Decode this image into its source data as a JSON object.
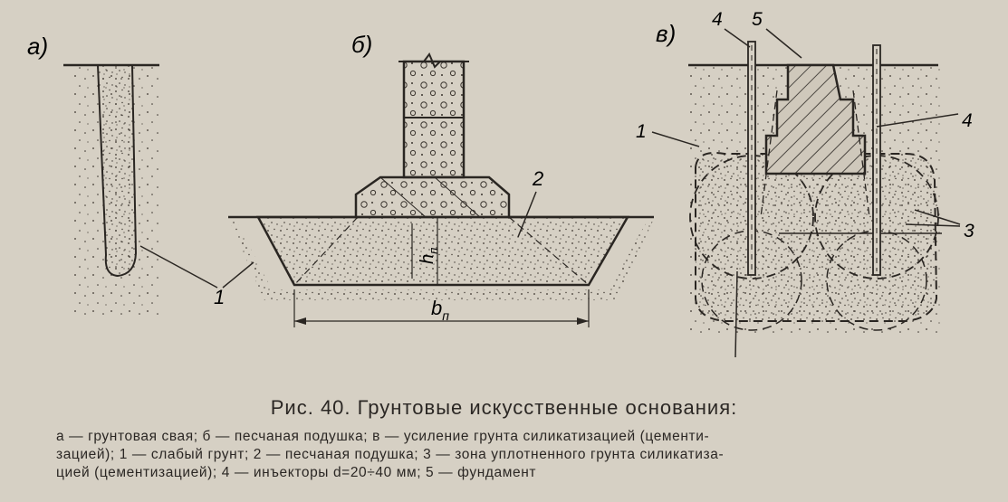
{
  "panel_labels": {
    "a": "а)",
    "b": "б)",
    "c": "в)"
  },
  "diagram_labels": {
    "weak_soil_a_b": "1",
    "sand_cushion_b": "2",
    "h_label": "h",
    "h_sub": "п",
    "b_label": "b",
    "b_sub": "п",
    "weak_soil_c": "1",
    "zone_c": "3",
    "injector_left": "4",
    "foundation": "5",
    "injector_right": "4"
  },
  "caption": "Рис. 40. Грунтовые искусственные основания:",
  "legend_lines": [
    "а — грунтовая свая; б — песчаная подушка; в — усиление грунта силикатизацией (цементи-",
    "зацией); 1 — слабый грунт; 2 — песчаная подушка; 3 — зона уплотненного грунта силикатиза-",
    "цией (цементизацией); 4 — инъекторы d=20÷40 мм; 5 — фундамент"
  ],
  "colors": {
    "ink": "#2a2622",
    "paper": "#d6d0c4"
  }
}
